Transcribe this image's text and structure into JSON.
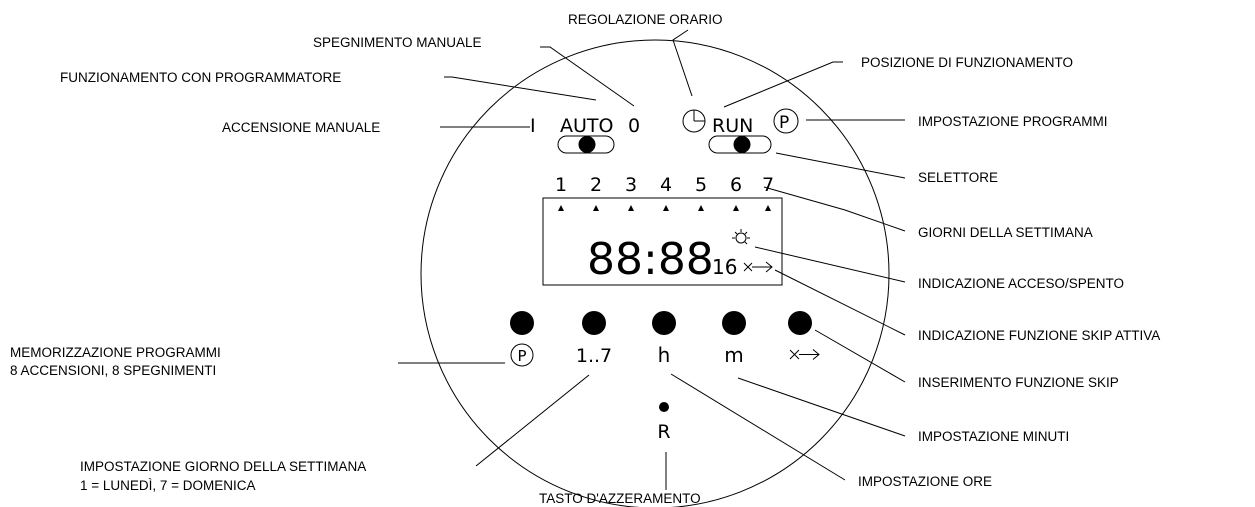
{
  "labels": {
    "regolazione_orario": "REGOLAZIONE ORARIO",
    "spegnimento_manuale": "SPEGNIMENTO MANUALE",
    "funzionamento_programmatore": "FUNZIONAMENTO CON PROGRAMMATORE",
    "accensione_manuale": "ACCENSIONE MANUALE",
    "posizione_funzionamento": "POSIZIONE DI FUNZIONAMENTO",
    "impostazione_programmi": "IMPOSTAZIONE PROGRAMMI",
    "selettore": "SELETTORE",
    "giorni_settimana": "GIORNI DELLA SETTIMANA",
    "indicazione_acceso_spento": "INDICAZIONE ACCESO/SPENTO",
    "indicazione_skip": "INDICAZIONE FUNZIONE SKIP ATTIVA",
    "memorizzazione_1": "MEMORIZZAZIONE PROGRAMMI",
    "memorizzazione_2": "8 ACCENSIONI, 8 SPEGNIMENTI",
    "inserimento_skip": "INSERIMENTO FUNZIONE SKIP",
    "impostazione_minuti": "IMPOSTAZIONE MINUTI",
    "impostazione_giorno_1": "IMPOSTAZIONE GIORNO DELLA SETTIMANA",
    "impostazione_giorno_2": "1 = LUNEDÌ, 7 = DOMENICA",
    "impostazione_ore": "IMPOSTAZIONE ORE",
    "tasto_azzeramento": "TASTO D'AZZERAMENTO"
  },
  "device": {
    "switch_left_labels": {
      "on": "I",
      "auto": "AUTO",
      "off": "0"
    },
    "switch_right_labels": {
      "run": "RUN",
      "program": "P"
    },
    "days": [
      "1",
      "2",
      "3",
      "4",
      "5",
      "6",
      "7"
    ],
    "display": {
      "time": "88:88",
      "small": "16"
    },
    "buttons": [
      "P",
      "1..7",
      "h",
      "m",
      "skip"
    ],
    "reset_label": "R"
  }
}
